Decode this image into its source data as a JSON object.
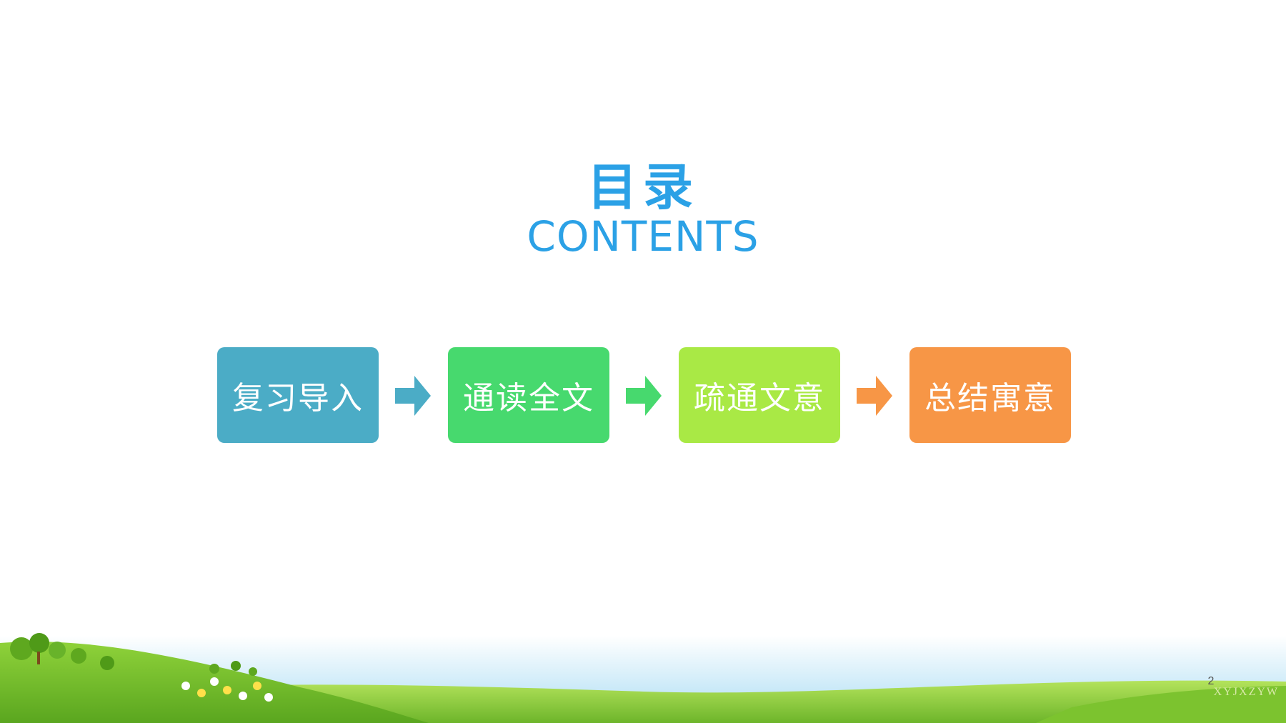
{
  "slide": {
    "title": "目录",
    "subtitle": "CONTENTS",
    "page_number": "2",
    "watermark": "XYJXZYW"
  },
  "steps": [
    {
      "label": "复习导入",
      "color": "#4bacc6"
    },
    {
      "label": "通读全文",
      "color": "#47d96e"
    },
    {
      "label": "疏通文意",
      "color": "#a9e945"
    },
    {
      "label": "总结寓意",
      "color": "#f79646"
    }
  ],
  "arrows": [
    {
      "color": "#4bacc6"
    },
    {
      "color": "#47d96e"
    },
    {
      "color": "#f79646"
    }
  ],
  "colors": {
    "title": "#2ba1e6",
    "grass": "#79c12c",
    "sky": "#b9e3f7"
  },
  "icons": [
    "arrow-right-icon",
    "tree-icon",
    "flower-icon"
  ]
}
